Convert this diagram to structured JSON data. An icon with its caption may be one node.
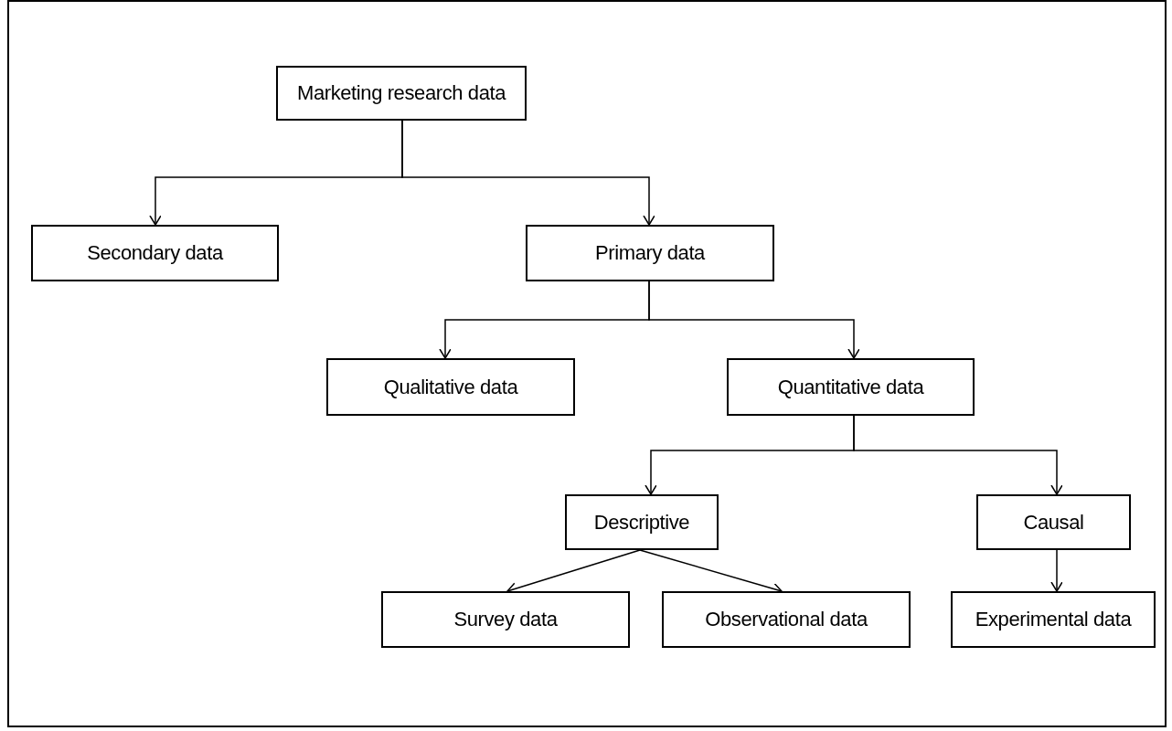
{
  "diagram": {
    "nodes": [
      {
        "text": [
          "Marketing research data"
        ]
      },
      {
        "text": [
          "Secondary data"
        ]
      },
      {
        "text": [
          "Primary data"
        ]
      },
      {
        "text": [
          "Qualitative data"
        ]
      },
      {
        "text": [
          "Quantitative data"
        ]
      },
      {
        "text": [
          "Descriptive"
        ]
      },
      {
        "text": [
          "Causal"
        ]
      },
      {
        "text": [
          "Survey data"
        ]
      },
      {
        "text": [
          "Observational data"
        ]
      },
      {
        "text": [
          "Experimental data"
        ]
      }
    ],
    "edges": [
      {
        "from": 0,
        "to": 1,
        "arrow": "to"
      },
      {
        "from": 0,
        "to": 2,
        "arrow": "to"
      },
      {
        "from": 2,
        "to": 3,
        "arrow": "to"
      },
      {
        "from": 2,
        "to": 4,
        "arrow": "to"
      },
      {
        "from": 4,
        "to": 5,
        "arrow": "to"
      },
      {
        "from": 4,
        "to": 6,
        "arrow": "to"
      },
      {
        "from": 5,
        "to": 7,
        "arrow": "to"
      },
      {
        "from": 5,
        "to": 8,
        "arrow": "to"
      },
      {
        "from": 6,
        "to": 9,
        "arrow": "to"
      }
    ]
  }
}
